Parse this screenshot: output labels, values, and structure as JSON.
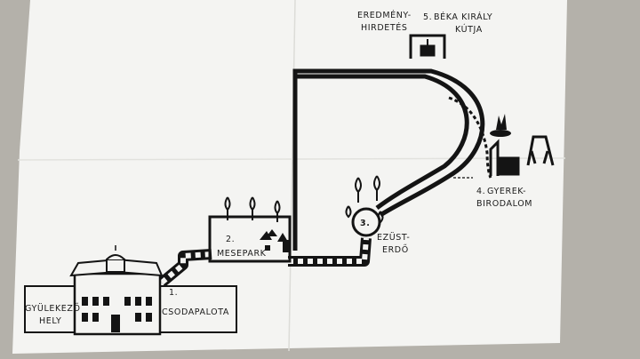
{
  "map": {
    "stations": [
      {
        "number": "1.",
        "name": "CSODAPALOTA"
      },
      {
        "number": "2.",
        "name": "MESEPARK"
      },
      {
        "number": "3.",
        "name": ""
      },
      {
        "number": "4.",
        "name_line1": "GYEREK-",
        "name_line2": "BIRODALOM"
      },
      {
        "number": "5.",
        "name_line1": "BÉKA KIRÁLY",
        "name_line2": "KÚTJA"
      }
    ],
    "forest_label": "EZÜST-",
    "forest_label_line2": "ERDŐ",
    "results_line1": "EREDMÉNY-",
    "results_line2": "HIRDETÉS",
    "meeting_line1": "GYÜLEKEZŐ",
    "meeting_line2": "HELY"
  },
  "colors": {
    "background": "#b4b1aa",
    "paper": "#f4f4f2",
    "ink": "#141414"
  }
}
